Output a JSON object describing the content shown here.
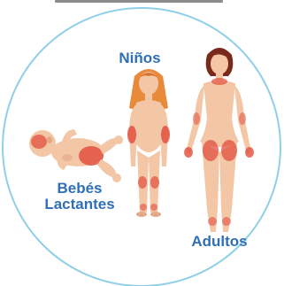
{
  "labels": {
    "children": "Niños",
    "babies_line1": "Bebés",
    "babies_line2": "Lactantes",
    "adults": "Adultos"
  },
  "colors": {
    "label_text": "#2f6fb8",
    "circle_ring": "#8fd0e8",
    "skin": "#f3c6a6",
    "skin_shadow": "#e2a888",
    "rash": "#e2503f",
    "child_hair": "#e9893a",
    "adult_hair": "#7a2a1a",
    "header_text": "#2b2b2b"
  },
  "icons": {
    "baby": "baby-figure-icon",
    "child": "child-figure-icon",
    "adult": "adult-figure-icon"
  }
}
